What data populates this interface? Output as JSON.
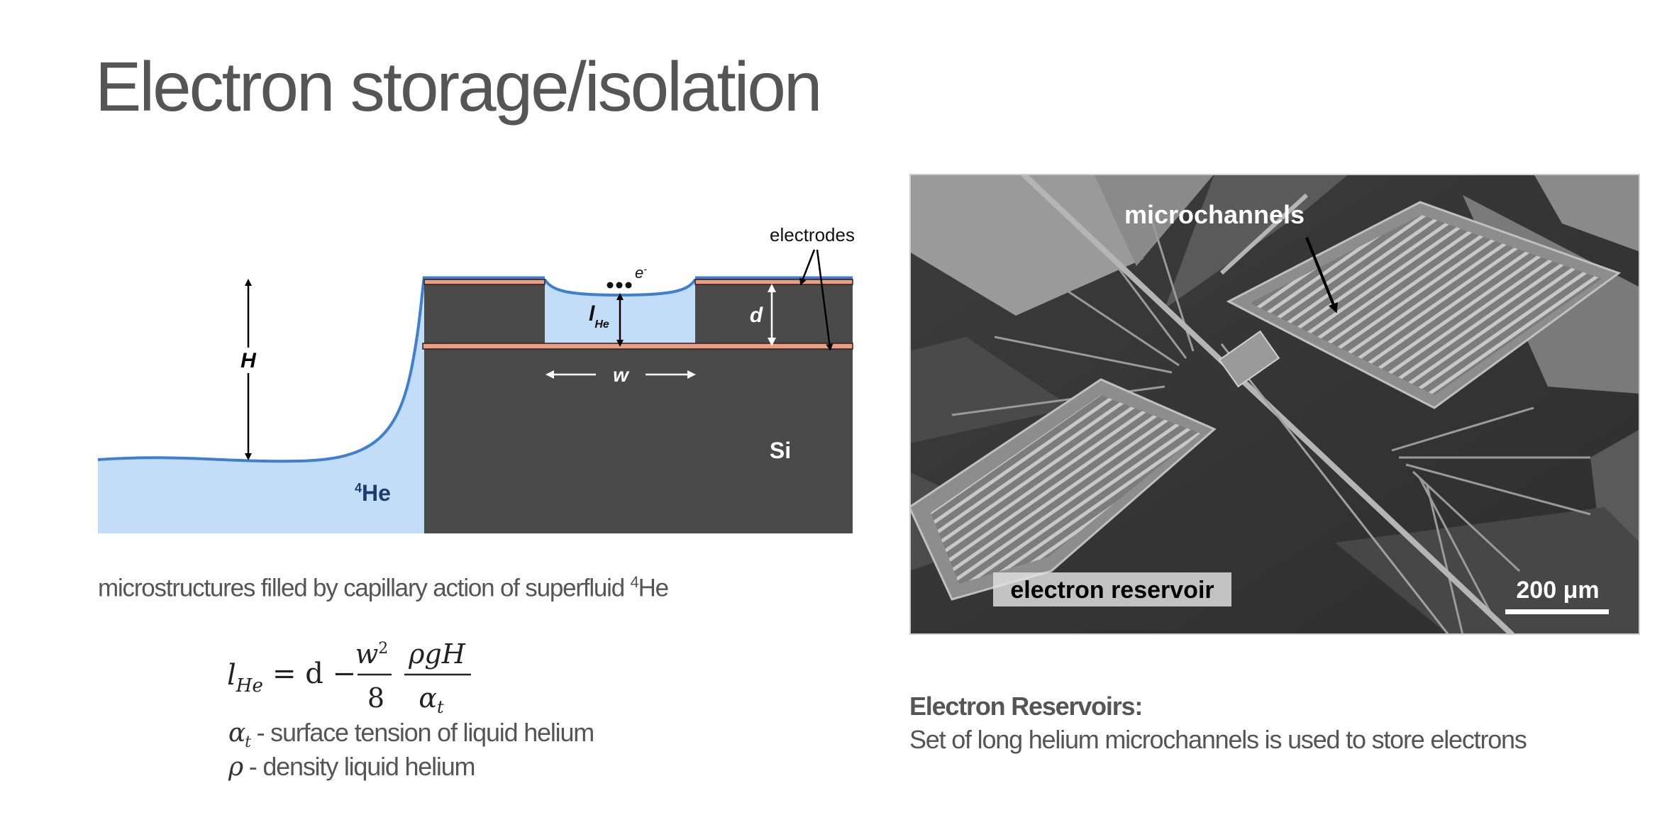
{
  "title": "Electron storage/isolation",
  "diagram": {
    "label_electrodes": "electrodes",
    "label_electron": "e",
    "label_electron_sup": "-",
    "label_H": "H",
    "label_l": "l",
    "label_l_sub": "He",
    "label_d": "d",
    "label_w": "w",
    "label_Si": "Si",
    "label_He_sup": "4",
    "label_He": "He",
    "colors": {
      "helium": "#c3ddf8",
      "helium_line": "#3f7fcf",
      "silicon": "#4a4a4a",
      "electrode": "#ee9d80",
      "text_dark": "#1d3b6e"
    }
  },
  "caption": {
    "text": "microstructures filled by capillary action of superfluid ",
    "sup": "4",
    "tail": "He"
  },
  "formula": {
    "lhs": "l",
    "lhs_sub": "He",
    "eq": "= d −",
    "frac1_num": "w",
    "frac1_num_sup": "2",
    "frac1_den": "8",
    "frac2_num": "ρgH",
    "frac2_den": "α",
    "frac2_den_sub": "t"
  },
  "legend": {
    "alpha_sym": "α",
    "alpha_sub": "t",
    "alpha_text": " - surface tension of liquid helium",
    "rho_sym": "ρ",
    "rho_text": " - density liquid helium"
  },
  "photo": {
    "label_microchannels": "microchannels",
    "label_reservoir": "electron reservoir",
    "label_scale": "200 μm"
  },
  "reservoirs": {
    "heading": "Electron Reservoirs:",
    "text": "Set of long helium microchannels is used to store electrons"
  }
}
